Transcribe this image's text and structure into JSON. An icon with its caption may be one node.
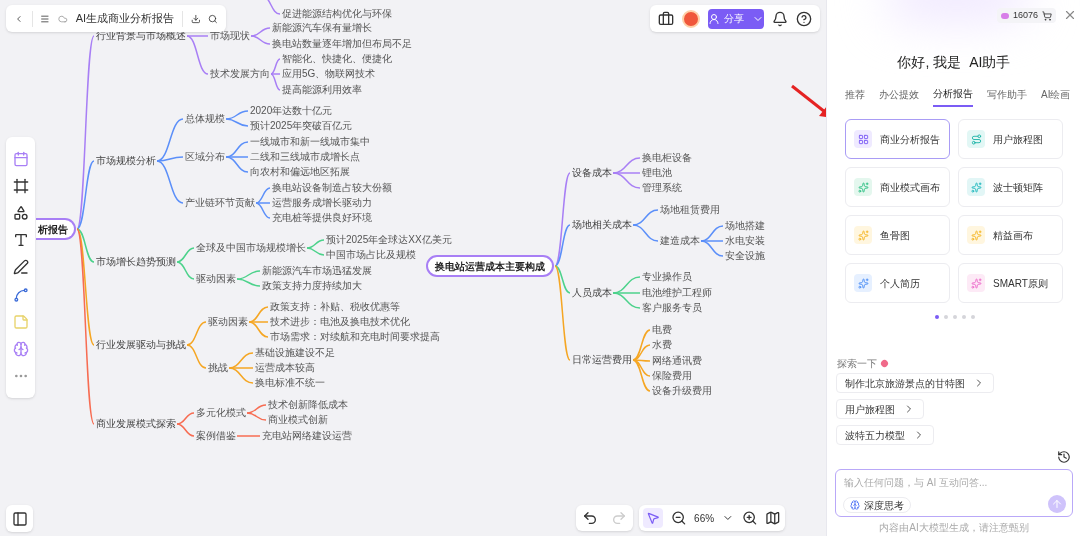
{
  "diagram": {
    "nodes": [
      {
        "text": [
          "析报告"
        ]
      },
      {
        "text": [
          "行业背景与市场概述"
        ]
      },
      {
        "text": [
          "促进能源结构优化与环保"
        ]
      },
      {
        "text": [
          "市场现状"
        ]
      },
      {
        "text": [
          "新能源汽车保有量增长"
        ]
      },
      {
        "text": [
          "换电站数量逐年增加但布局不足"
        ]
      },
      {
        "text": [
          "技术发展方向"
        ]
      },
      {
        "text": [
          "智能化、快捷化、便捷化"
        ]
      },
      {
        "text": [
          "应用5G、物联网技术"
        ]
      },
      {
        "text": [
          "提高能源利用效率"
        ]
      },
      {
        "text": [
          "市场规模分析"
        ]
      },
      {
        "text": [
          "总体规模"
        ]
      },
      {
        "text": [
          "2020年达数十亿元"
        ]
      },
      {
        "text": [
          "预计2025年突破百亿元"
        ]
      },
      {
        "text": [
          "区域分布"
        ]
      },
      {
        "text": [
          "一线城市和新一线城市集中"
        ]
      },
      {
        "text": [
          "二线和三线城市成增长点"
        ]
      },
      {
        "text": [
          "向农村和偏远地区拓展"
        ]
      },
      {
        "text": [
          "产业链环节贡献"
        ]
      },
      {
        "text": [
          "换电站设备制造占较大份额"
        ]
      },
      {
        "text": [
          "运营服务成增长驱动力"
        ]
      },
      {
        "text": [
          "充电桩等提供良好环境"
        ]
      },
      {
        "text": [
          "市场增长趋势预测"
        ]
      },
      {
        "text": [
          "全球及中国市场规模增长"
        ]
      },
      {
        "text": [
          "预计2025年全球达XX亿美元"
        ]
      },
      {
        "text": [
          "中国市场占比及规模"
        ]
      },
      {
        "text": [
          "驱动因素"
        ]
      },
      {
        "text": [
          "新能源汽车市场迅猛发展"
        ]
      },
      {
        "text": [
          "政策支持力度持续加大"
        ]
      },
      {
        "text": [
          "行业发展驱动与挑战"
        ]
      },
      {
        "text": [
          "驱动因素"
        ]
      },
      {
        "text": [
          "政策支持：补贴、税收优惠等"
        ]
      },
      {
        "text": [
          "技术进步：电池及换电技术优化"
        ]
      },
      {
        "text": [
          "市场需求：对续航和充电时间要求提高"
        ]
      },
      {
        "text": [
          "挑战"
        ]
      },
      {
        "text": [
          "基础设施建设不足"
        ]
      },
      {
        "text": [
          "运营成本较高"
        ]
      },
      {
        "text": [
          "换电标准不统一"
        ]
      },
      {
        "text": [
          "商业发展模式探索"
        ]
      },
      {
        "text": [
          "多元化模式"
        ]
      },
      {
        "text": [
          "技术创新降低成本"
        ]
      },
      {
        "text": [
          "商业模式创新"
        ]
      },
      {
        "text": [
          "案例借鉴"
        ]
      },
      {
        "text": [
          "充电站网络建设运营"
        ]
      },
      {
        "text": [
          "换电站运营成本主要构成"
        ]
      },
      {
        "text": [
          "设备成本"
        ]
      },
      {
        "text": [
          "换电柜设备"
        ]
      },
      {
        "text": [
          "锂电池"
        ]
      },
      {
        "text": [
          "管理系统"
        ]
      },
      {
        "text": [
          "场地相关成本"
        ]
      },
      {
        "text": [
          "场地租赁费用"
        ]
      },
      {
        "text": [
          "建造成本"
        ]
      },
      {
        "text": [
          "场地搭建"
        ]
      },
      {
        "text": [
          "水电安装"
        ]
      },
      {
        "text": [
          "安全设施"
        ]
      },
      {
        "text": [
          "人员成本"
        ]
      },
      {
        "text": [
          "专业操作员"
        ]
      },
      {
        "text": [
          "电池维护工程师"
        ]
      },
      {
        "text": [
          "客户服务专员"
        ]
      },
      {
        "text": [
          "日常运营费用"
        ]
      },
      {
        "text": [
          "电费"
        ]
      },
      {
        "text": [
          "水费"
        ]
      },
      {
        "text": [
          "网络通讯费"
        ]
      },
      {
        "text": [
          "保险费用"
        ]
      },
      {
        "text": [
          "设备升级费用"
        ]
      }
    ],
    "edges": [
      {
        "from": 0,
        "to": 1,
        "arrow": "none",
        "color": "#a87ff5"
      },
      {
        "from": 0,
        "to": 10,
        "arrow": "none",
        "color": "#5b8ff9"
      },
      {
        "from": 0,
        "to": 22,
        "arrow": "none",
        "color": "#4cd28b"
      },
      {
        "from": 0,
        "to": 29,
        "arrow": "none",
        "color": "#f5a623"
      },
      {
        "from": 0,
        "to": 38,
        "arrow": "none",
        "color": "#f76c52"
      },
      {
        "from": null,
        "to": 2,
        "arrow": "none",
        "color": "#a87ff5"
      },
      {
        "from": 1,
        "to": 3,
        "arrow": "none",
        "color": "#a87ff5"
      },
      {
        "from": 1,
        "to": 6,
        "arrow": "none",
        "color": "#a87ff5"
      },
      {
        "from": 3,
        "to": 4,
        "arrow": "none",
        "color": "#a87ff5"
      },
      {
        "from": 3,
        "to": 5,
        "arrow": "none",
        "color": "#a87ff5"
      },
      {
        "from": 6,
        "to": 7,
        "arrow": "none",
        "color": "#a87ff5"
      },
      {
        "from": 6,
        "to": 8,
        "arrow": "none",
        "color": "#a87ff5"
      },
      {
        "from": 6,
        "to": 9,
        "arrow": "none",
        "color": "#a87ff5"
      },
      {
        "from": 10,
        "to": 11,
        "arrow": "none",
        "color": "#5b8ff9"
      },
      {
        "from": 10,
        "to": 14,
        "arrow": "none",
        "color": "#5b8ff9"
      },
      {
        "from": 10,
        "to": 18,
        "arrow": "none",
        "color": "#5b8ff9"
      },
      {
        "from": 11,
        "to": 12,
        "arrow": "none",
        "color": "#5b8ff9"
      },
      {
        "from": 11,
        "to": 13,
        "arrow": "none",
        "color": "#5b8ff9"
      },
      {
        "from": 14,
        "to": 15,
        "arrow": "none",
        "color": "#5b8ff9"
      },
      {
        "from": 14,
        "to": 16,
        "arrow": "none",
        "color": "#5b8ff9"
      },
      {
        "from": 14,
        "to": 17,
        "arrow": "none",
        "color": "#5b8ff9"
      },
      {
        "from": 18,
        "to": 19,
        "arrow": "none",
        "color": "#5b8ff9"
      },
      {
        "from": 18,
        "to": 20,
        "arrow": "none",
        "color": "#5b8ff9"
      },
      {
        "from": 18,
        "to": 21,
        "arrow": "none",
        "color": "#5b8ff9"
      },
      {
        "from": 22,
        "to": 23,
        "arrow": "none",
        "color": "#4cd28b"
      },
      {
        "from": 22,
        "to": 26,
        "arrow": "none",
        "color": "#4cd28b"
      },
      {
        "from": 23,
        "to": 24,
        "arrow": "none",
        "color": "#4cd28b"
      },
      {
        "from": 23,
        "to": 25,
        "arrow": "none",
        "color": "#4cd28b"
      },
      {
        "from": 26,
        "to": 27,
        "arrow": "none",
        "color": "#4cd28b"
      },
      {
        "from": 26,
        "to": 28,
        "arrow": "none",
        "color": "#4cd28b"
      },
      {
        "from": 29,
        "to": 30,
        "arrow": "none",
        "color": "#f5a623"
      },
      {
        "from": 29,
        "to": 34,
        "arrow": "none",
        "color": "#f5a623"
      },
      {
        "from": 30,
        "to": 31,
        "arrow": "none",
        "color": "#f5a623"
      },
      {
        "from": 30,
        "to": 32,
        "arrow": "none",
        "color": "#f5a623"
      },
      {
        "from": 30,
        "to": 33,
        "arrow": "none",
        "color": "#f5a623"
      },
      {
        "from": 34,
        "to": 35,
        "arrow": "none",
        "color": "#f5a623"
      },
      {
        "from": 34,
        "to": 36,
        "arrow": "none",
        "color": "#f5a623"
      },
      {
        "from": 34,
        "to": 37,
        "arrow": "none",
        "color": "#f5a623"
      },
      {
        "from": 38,
        "to": 39,
        "arrow": "none",
        "color": "#f76c52"
      },
      {
        "from": 38,
        "to": 42,
        "arrow": "none",
        "color": "#f76c52"
      },
      {
        "from": 39,
        "to": 40,
        "arrow": "none",
        "color": "#f76c52"
      },
      {
        "from": 39,
        "to": 41,
        "arrow": "none",
        "color": "#f76c52"
      },
      {
        "from": 42,
        "to": 43,
        "arrow": "none",
        "color": "#f76c52"
      },
      {
        "from": 44,
        "to": 45,
        "arrow": "none",
        "color": "#a87ff5"
      },
      {
        "from": 44,
        "to": 49,
        "arrow": "none",
        "color": "#5b8ff9"
      },
      {
        "from": 44,
        "to": 55,
        "arrow": "none",
        "color": "#4cd28b"
      },
      {
        "from": 44,
        "to": 59,
        "arrow": "none",
        "color": "#f5a623"
      },
      {
        "from": 45,
        "to": 46,
        "arrow": "none",
        "color": "#a87ff5"
      },
      {
        "from": 45,
        "to": 47,
        "arrow": "none",
        "color": "#a87ff5"
      },
      {
        "from": 45,
        "to": 48,
        "arrow": "none",
        "color": "#a87ff5"
      },
      {
        "from": 49,
        "to": 50,
        "arrow": "none",
        "color": "#5b8ff9"
      },
      {
        "from": 49,
        "to": 51,
        "arrow": "none",
        "color": "#5b8ff9"
      },
      {
        "from": 51,
        "to": 52,
        "arrow": "none",
        "color": "#5b8ff9"
      },
      {
        "from": 51,
        "to": 53,
        "arrow": "none",
        "color": "#5b8ff9"
      },
      {
        "from": 51,
        "to": 54,
        "arrow": "none",
        "color": "#5b8ff9"
      },
      {
        "from": 55,
        "to": 56,
        "arrow": "none",
        "color": "#4cd28b"
      },
      {
        "from": 55,
        "to": 57,
        "arrow": "none",
        "color": "#4cd28b"
      },
      {
        "from": 55,
        "to": 58,
        "arrow": "none",
        "color": "#4cd28b"
      },
      {
        "from": 59,
        "to": 60,
        "arrow": "none",
        "color": "#f5a623"
      },
      {
        "from": 59,
        "to": 61,
        "arrow": "none",
        "color": "#f5a623"
      },
      {
        "from": 59,
        "to": 62,
        "arrow": "none",
        "color": "#f5a623"
      },
      {
        "from": 59,
        "to": 63,
        "arrow": "none",
        "color": "#f5a623"
      },
      {
        "from": 59,
        "to": 64,
        "arrow": "none",
        "color": "#f5a623"
      }
    ],
    "labels": [
      "AI生成商业分析报告",
      "分享",
      "16076",
      "你好, 我是",
      "AI助手",
      "推荐",
      "办公提效",
      "分析报告",
      "写作助手",
      "AI绘画",
      "商业分析报告",
      "用户旅程图",
      "商业模式画布",
      "波士顿矩阵",
      "鱼骨图",
      "精益画布",
      "个人简历",
      "SMART原则",
      "探索一下",
      "制作北京旅游景点的甘特图",
      "用户旅程图",
      "波特五力模型",
      "输入任何问题，与 AI 互动问答...",
      "深度思考",
      "66%",
      "内容由AI大模型生成，请注意甄别"
    ]
  }
}
